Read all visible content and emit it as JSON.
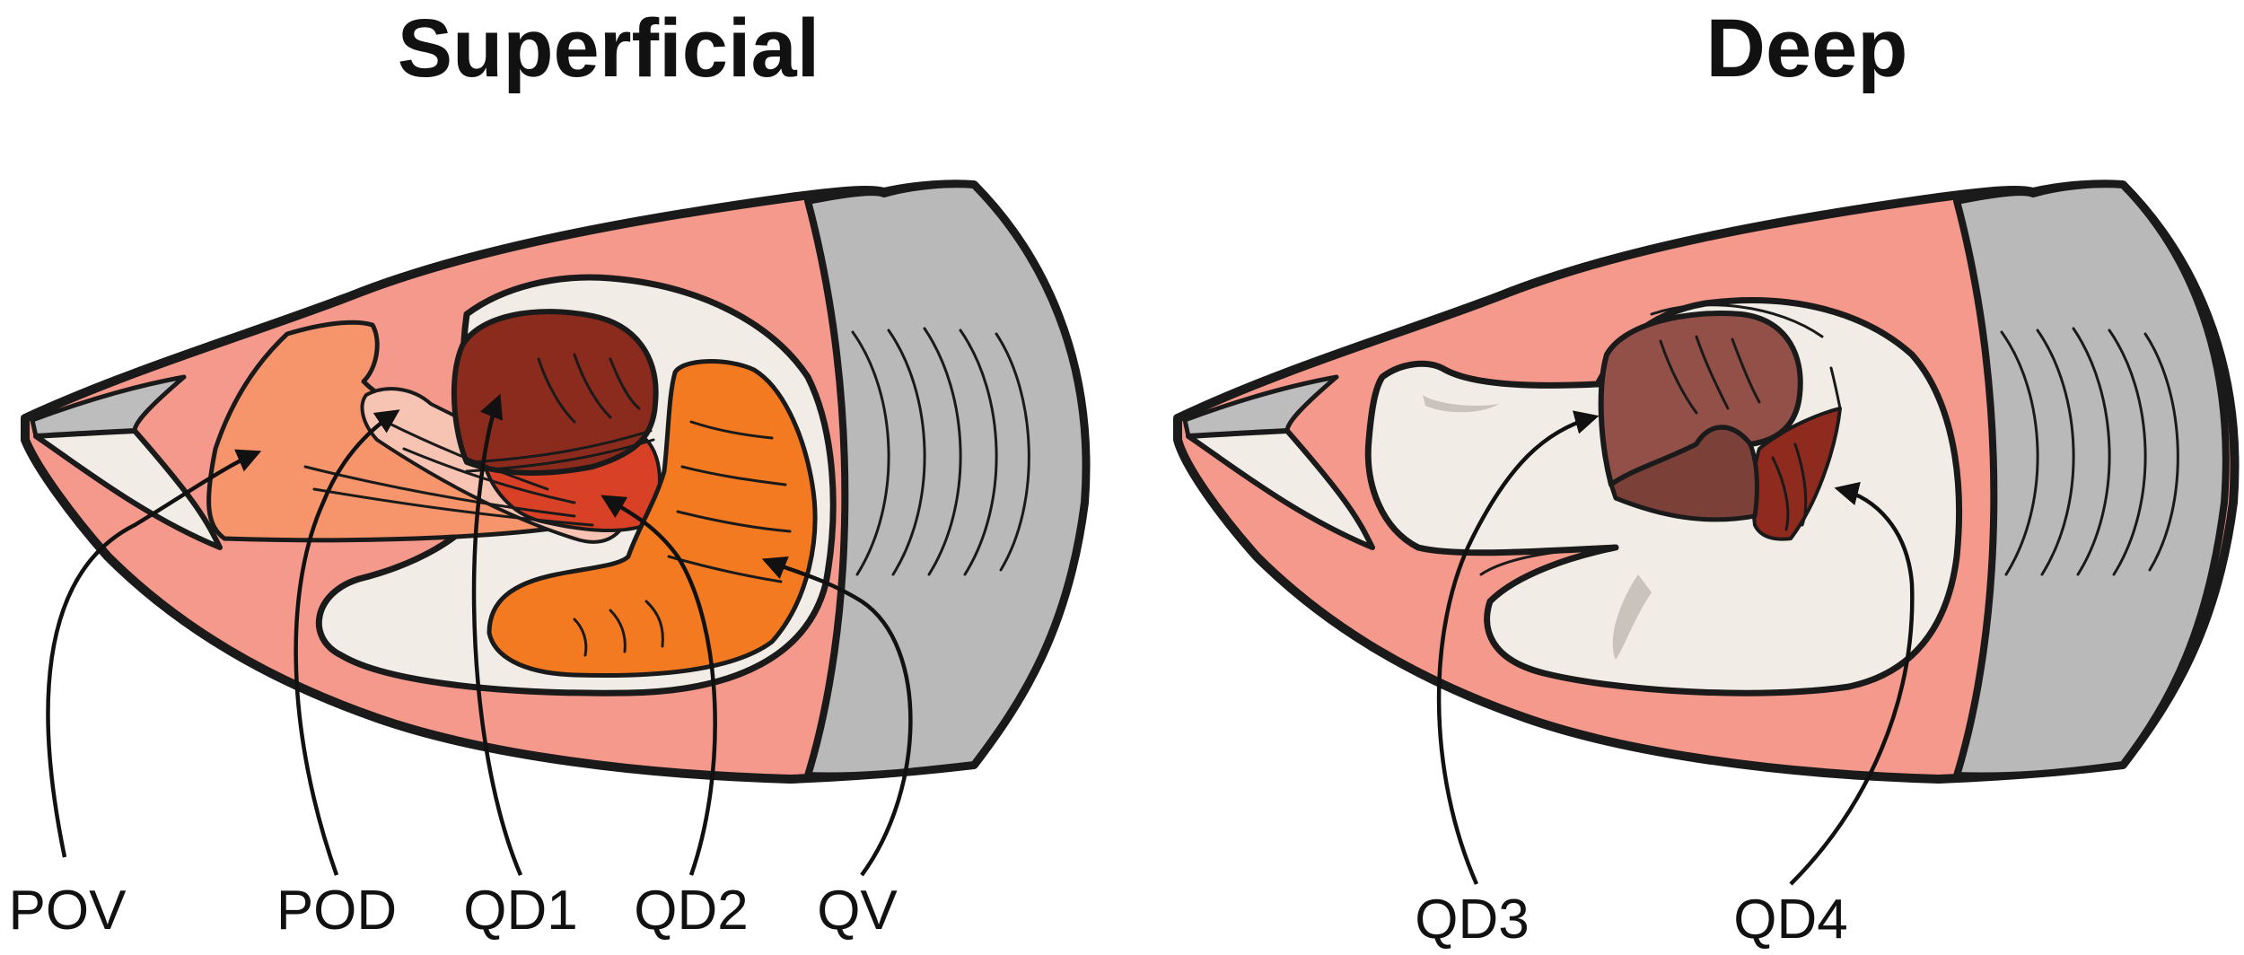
{
  "panels": [
    {
      "title": "Superficial",
      "labels": [
        "POV",
        "POD",
        "QD1",
        "QD2",
        "QV"
      ]
    },
    {
      "title": "Deep",
      "labels": [
        "QD3",
        "QD4"
      ]
    }
  ],
  "colors": {
    "skin": "#F4998B",
    "cavity": "#F1EDE6",
    "gill_gray": "#B9B9B9",
    "pov": "#F6956C",
    "pod": "#F7C3B2",
    "qd1": "#8A2B1D",
    "qd2": "#D94127",
    "qv": "#F47A22",
    "qd3": "#925048",
    "qd4": "#8E2A1E"
  }
}
